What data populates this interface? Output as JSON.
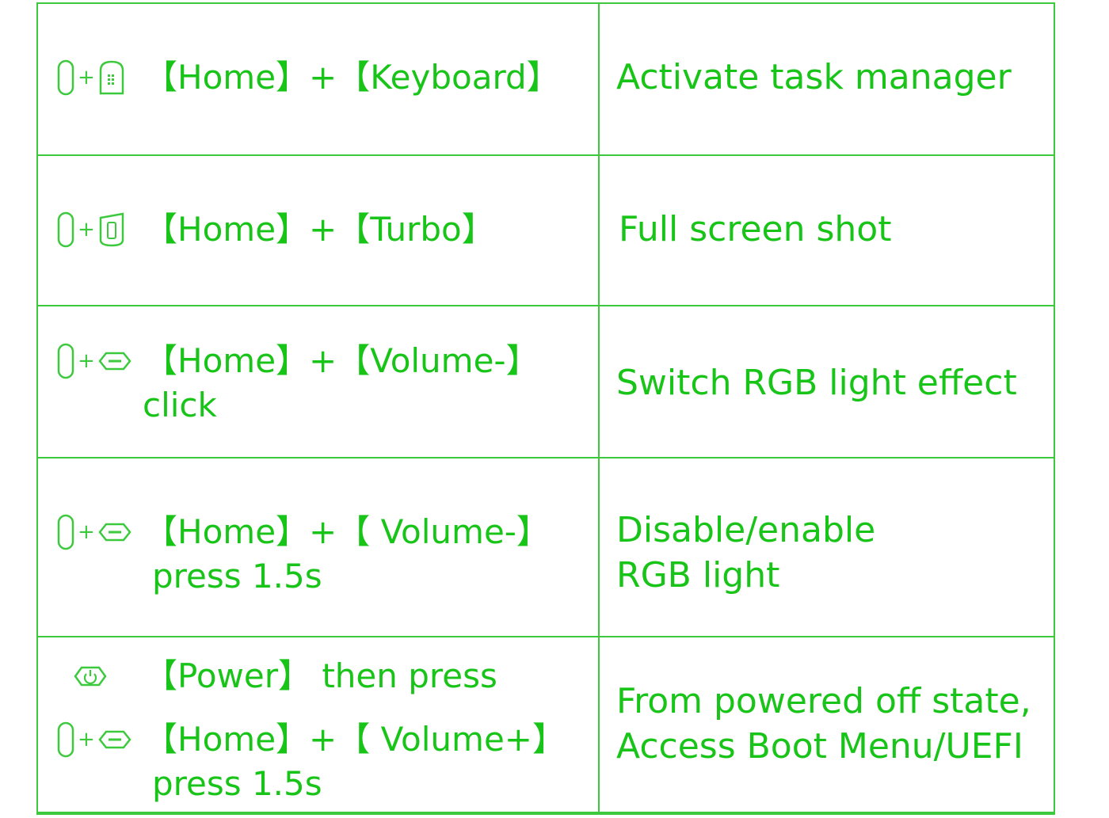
{
  "rows": [
    {
      "combo": "【Home】+【Keyboard】",
      "subtext": "",
      "description_lines": [
        "Activate task manager"
      ],
      "icons": [
        "home-button-icon",
        "plus-icon",
        "keyboard-button-icon"
      ]
    },
    {
      "combo": "【Home】+【Turbo】",
      "subtext": "",
      "description_lines": [
        "Full screen shot"
      ],
      "icons": [
        "home-button-icon",
        "plus-icon",
        "turbo-button-icon"
      ]
    },
    {
      "combo": "【Home】+【Volume-】",
      "subtext": "click",
      "description_lines": [
        "Switch RGB light effect"
      ],
      "icons": [
        "home-button-icon",
        "plus-icon",
        "volume-button-icon"
      ]
    },
    {
      "combo": "【Home】+【 Volume-】",
      "subtext": "press 1.5s",
      "description_lines": [
        "Disable/enable",
        "RGB light"
      ],
      "icons": [
        "home-button-icon",
        "plus-icon",
        "volume-button-icon"
      ]
    },
    {
      "power_line": "【Power】 then press",
      "combo": "【Home】+【 Volume+】",
      "subtext": "press 1.5s",
      "description_lines": [
        "From powered off state,",
        "Access Boot Menu/UEFI"
      ],
      "icons": [
        "power-button-icon",
        "home-button-icon",
        "plus-icon",
        "volume-button-icon"
      ]
    }
  ],
  "plus_symbol": "+",
  "colors": {
    "text": "#19c419",
    "border": "#3dc93d",
    "background": "#ffffff"
  }
}
